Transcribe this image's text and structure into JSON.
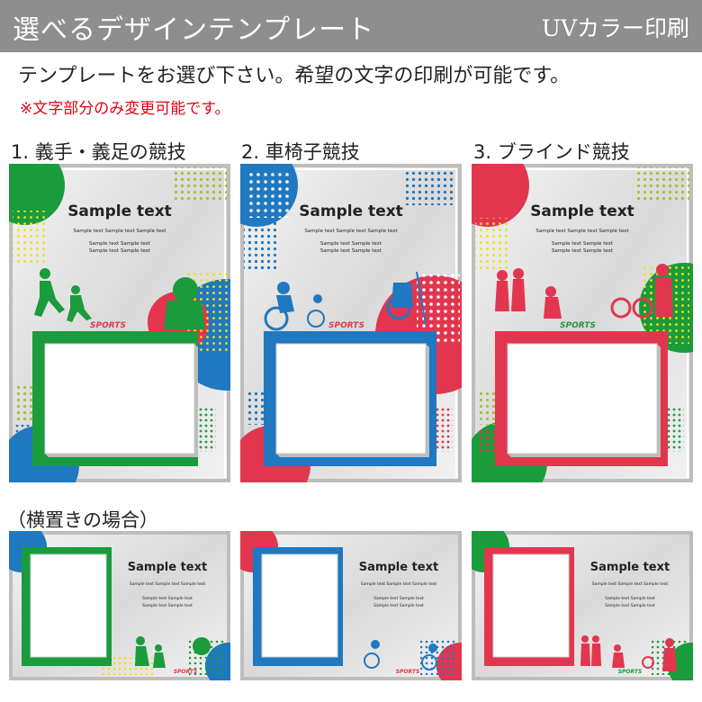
{
  "header": {
    "title": "選べるデザインテンプレート",
    "badge": "UVカラー印刷"
  },
  "intro": {
    "text": "テンプレートをお選び下さい。希望の文字の印刷が可能です。",
    "note": "※文字部分のみ変更可能です。"
  },
  "templates": [
    {
      "label": "1. 義手・義足の競技",
      "color": "#1a9b3c",
      "sample_title": "Sample text",
      "sample_line1": "Sample text Sample text Sample text",
      "sample_line2": "Sample text Sample text",
      "sample_line3": "Sample text Sample text",
      "logo": "SPORTS"
    },
    {
      "label": "2. 車椅子競技",
      "color": "#1f78c0",
      "sample_title": "Sample text",
      "sample_line1": "Sample text Sample text Sample text",
      "sample_line2": "Sample text Sample text",
      "sample_line3": "Sample text Sample text",
      "logo": "SPORTS"
    },
    {
      "label": "3. ブラインド競技",
      "color": "#e2364f",
      "sample_title": "Sample text",
      "sample_line1": "Sample text Sample text Sample text",
      "sample_line2": "Sample text Sample text",
      "sample_line3": "Sample text Sample text",
      "logo": "SPORTS"
    }
  ],
  "landscape": {
    "label": "（横置きの場合）"
  },
  "palette": {
    "green": "#1a9b3c",
    "blue": "#1f78c0",
    "red": "#e2364f",
    "lime": "#a6c13a",
    "yellow": "#f0e010"
  }
}
